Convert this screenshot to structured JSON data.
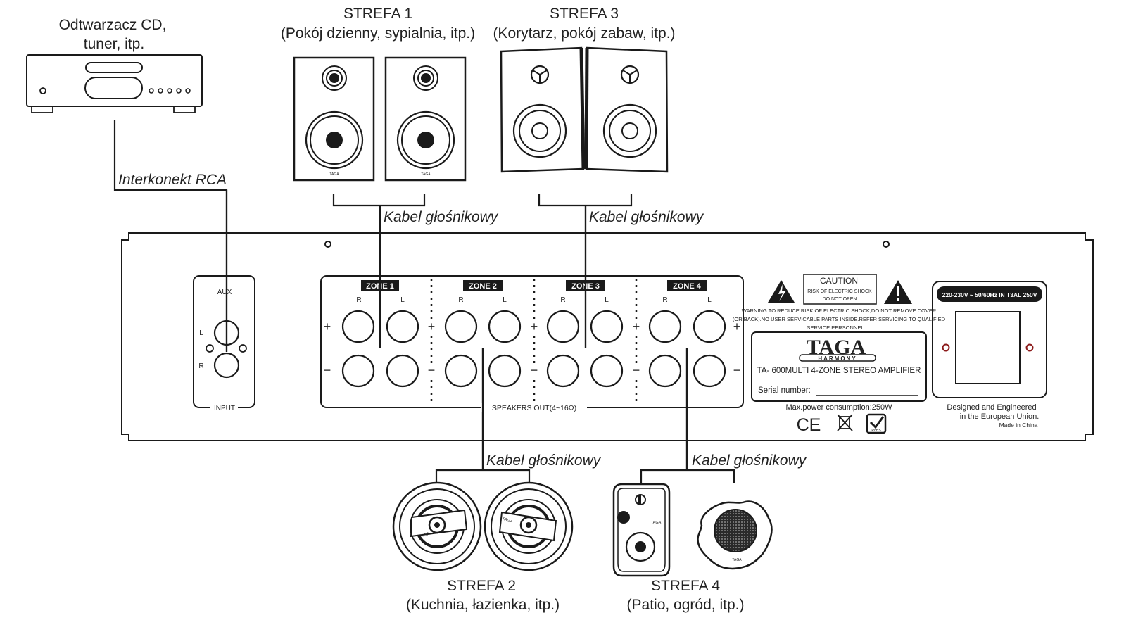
{
  "source_device": {
    "line1": "Odtwarzacz CD,",
    "line2": "tuner, itp."
  },
  "zones": {
    "z1": {
      "title": "STREFA 1",
      "sub": "(Pokój dzienny, sypialnia, itp.)"
    },
    "z2": {
      "title": "STREFA 2",
      "sub": "(Kuchnia, łazienka, itp.)"
    },
    "z3": {
      "title": "STREFA 3",
      "sub": "(Korytarz, pokój zabaw, itp.)"
    },
    "z4": {
      "title": "STREFA 4",
      "sub": "(Patio, ogród, itp.)"
    }
  },
  "cables": {
    "rca": "Interkonekt RCA",
    "speaker": "Kabel głośnikowy"
  },
  "amplifier": {
    "aux": "AUX",
    "input": "INPUT",
    "l": "L",
    "r": "R",
    "zone_labels": [
      "ZONE 1",
      "ZONE 2",
      "ZONE 3",
      "ZONE 4"
    ],
    "speakers_out": "SPEAKERS OUT(4~16Ω)",
    "caution": "CAUTION",
    "caution_sub1": "RISK OF ELECTRIC SHOCK",
    "caution_sub2": "DO NOT OPEN",
    "warning1": "WARNING:TO REDUCE RISK OF ELECTRIC SHOCK,DO NOT REMOVE COVER",
    "warning2": "(OR BACK).NO USER SERVICABLE PARTS INSIDE.REFER SERVICING TO QUALIFIED",
    "warning3": "SERVICE PERSONNEL.",
    "brand": "TAGA",
    "brand_sub": "HARMONY",
    "model": "TA- 600MULTI 4-ZONE STEREO AMPLIFIER",
    "serial": "Serial number:",
    "power": "Max.power consumption:250W",
    "ce": "CE",
    "rohs": "RoHS",
    "mains": "220-230V ~ 50/60Hz IN  T3AL 250V",
    "designed1": "Designed and Engineered",
    "designed2": "in the European Union.",
    "made": "Made in China"
  },
  "speaker_logo": "TAGA"
}
